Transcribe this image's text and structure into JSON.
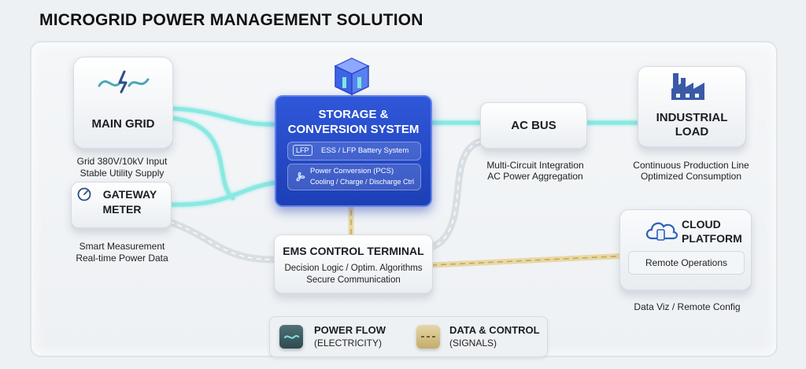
{
  "title": "MICROGRID POWER MANAGEMENT SOLUTION",
  "main_grid": {
    "label": "MAIN GRID",
    "caption_line1": "Grid 380V/10kV Input",
    "caption_line2": "Stable Utility Supply"
  },
  "gateway": {
    "label_line1": "GATEWAY",
    "label_line2": "METER",
    "caption_line1": "Smart Measurement",
    "caption_line2": "Real-time Power Data"
  },
  "storage": {
    "title_line1": "STORAGE &",
    "title_line2": "CONVERSION SYSTEM",
    "sub1_tag": "LFP",
    "sub1_text": "ESS / LFP Battery System",
    "sub2_line1": "Power Conversion (PCS)",
    "sub2_line2": "Cooling / Charge / Discharge Ctrl"
  },
  "ac_bus": {
    "label": "AC BUS",
    "caption_line1": "Multi-Circuit Integration",
    "caption_line2": "AC Power Aggregation"
  },
  "industrial": {
    "label_line1": "INDUSTRIAL",
    "label_line2": "LOAD",
    "caption_line1": "Continuous Production Line",
    "caption_line2": "Optimized Consumption"
  },
  "ems": {
    "label": "EMS CONTROL TERMINAL",
    "line1": "Decision Logic / Optim. Algorithms",
    "line2": "Secure Communication"
  },
  "cloud": {
    "label_line1": "CLOUD",
    "label_line2": "PLATFORM",
    "button": "Remote Operations",
    "caption": "Data Viz / Remote Config"
  },
  "legend": {
    "power_line1": "POWER FLOW",
    "power_line2": "(ELECTRICITY)",
    "data_line1": "DATA & CONTROL",
    "data_line2": "(SIGNALS)"
  },
  "colors": {
    "power": "#5fe0d6",
    "data": "#d9c27a",
    "accent": "#2448c8"
  }
}
